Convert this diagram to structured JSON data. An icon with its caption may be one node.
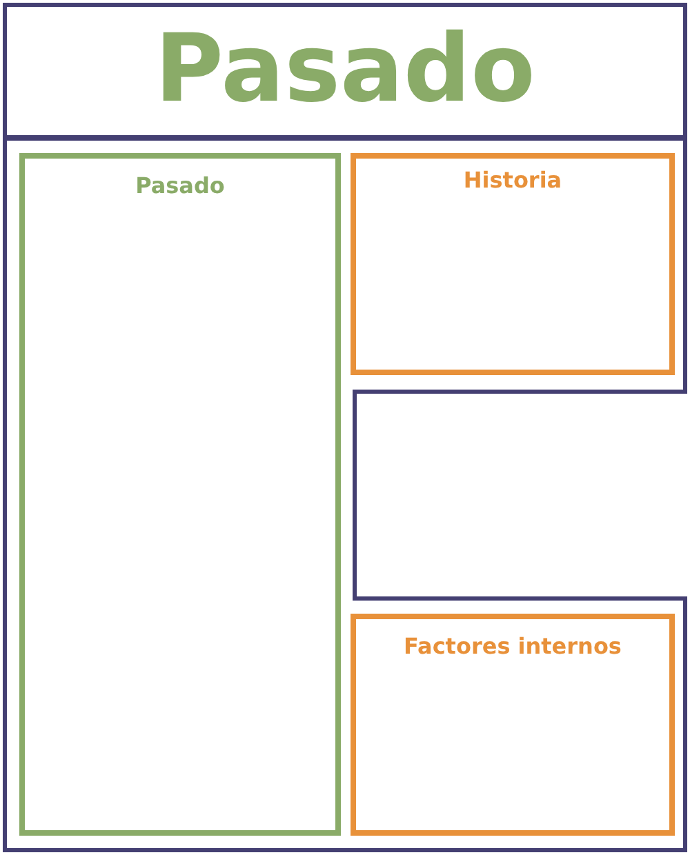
{
  "diagram": {
    "nodes": [
      {
        "text": [
          "Pasado"
        ]
      },
      {
        "text": [],
        "shape": "box"
      },
      {
        "text": [
          "Pasado"
        ],
        "in": 1
      },
      {
        "text": [
          "Historia"
        ],
        "in": 1
      },
      {
        "text": [
          "Factores internos"
        ],
        "in": 1
      }
    ],
    "edges": []
  }
}
